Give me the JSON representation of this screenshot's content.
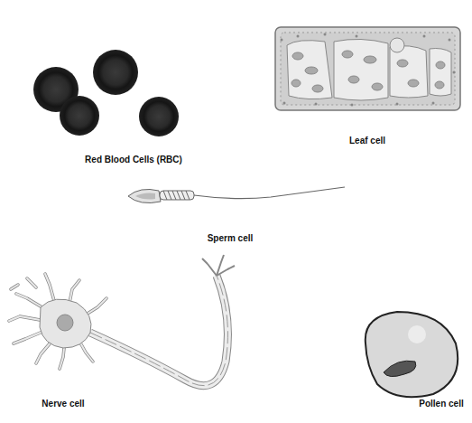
{
  "diagram": {
    "labels": [
      "Red Blood Cells (RBC)",
      "Leaf cell",
      "Sperm cell",
      "Nerve cell",
      "Pollen cell"
    ]
  }
}
